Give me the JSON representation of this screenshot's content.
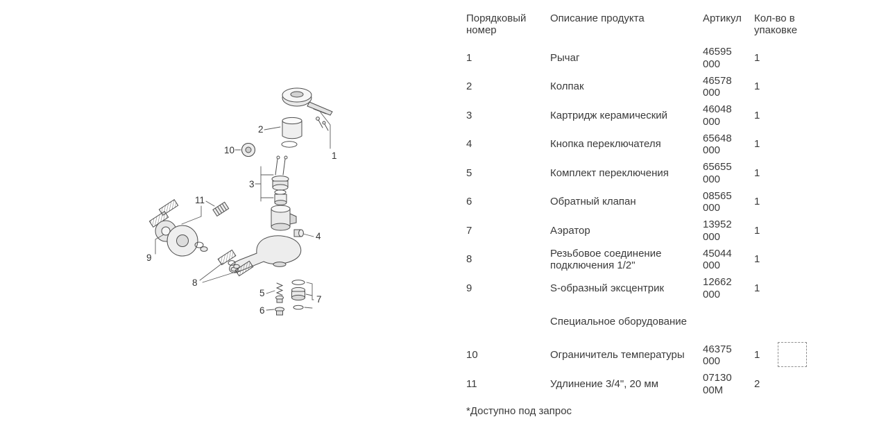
{
  "diagram": {
    "callouts": {
      "c1": "1",
      "c2": "2",
      "c3": "3",
      "c4": "4",
      "c5": "5",
      "c6": "6",
      "c7": "7",
      "c8": "8",
      "c9": "9",
      "c10": "10",
      "c11": "11"
    }
  },
  "table": {
    "headers": {
      "num": "Порядковый номер",
      "desc": "Описание продукта",
      "article": "Артикул",
      "qty": "Кол-во в упаковке"
    },
    "rows": [
      {
        "num": "1",
        "desc": "Рычаг",
        "article": "46595 000",
        "qty": "1"
      },
      {
        "num": "2",
        "desc": "Колпак",
        "article": "46578 000",
        "qty": "1"
      },
      {
        "num": "3",
        "desc": "Картридж керамический",
        "article": "46048 000",
        "qty": "1"
      },
      {
        "num": "4",
        "desc": "Кнопка переключателя",
        "article": "65648 000",
        "qty": "1"
      },
      {
        "num": "5",
        "desc": "Комплект переключения",
        "article": "65655 000",
        "qty": "1"
      },
      {
        "num": "6",
        "desc": "Обратный клапан",
        "article": "08565 000",
        "qty": "1"
      },
      {
        "num": "7",
        "desc": "Аэратор",
        "article": "13952 000",
        "qty": "1"
      },
      {
        "num": "8",
        "desc": "Резьбовое соединение подключения 1/2\"",
        "article": "45044 000",
        "qty": "1"
      },
      {
        "num": "9",
        "desc": "S-образный эксцентрик",
        "article": "12662 000",
        "qty": "1"
      }
    ],
    "section_header": "Специальное оборудование",
    "special_rows": [
      {
        "num": "10",
        "desc": "Ограничитель температуры",
        "article": "46375 000",
        "qty": "1"
      },
      {
        "num": "11",
        "desc": "Удлинение 3/4\", 20 мм",
        "article": "07130 00M",
        "qty": "2"
      }
    ],
    "footnote": "*Доступно под запрос"
  }
}
